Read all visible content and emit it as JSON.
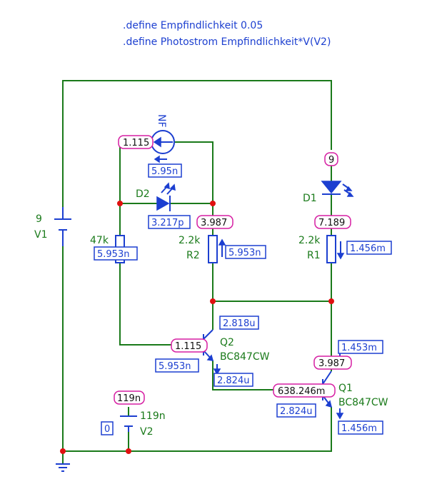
{
  "directives": [
    ".define Empfindlichkeit 0.05",
    ".define Photostrom Empfindlichkeit*V(V2)"
  ],
  "components": {
    "v1": {
      "value": "9",
      "name": "V1"
    },
    "v2": {
      "value": "119n",
      "name": "V2"
    },
    "r_left": {
      "value": "47k"
    },
    "r2": {
      "value": "2.2k",
      "name": "R2"
    },
    "r1": {
      "value": "2.2k",
      "name": "R1"
    },
    "d1": {
      "name": "D1"
    },
    "d2": {
      "name": "D2"
    },
    "q2": {
      "name": "Q2",
      "model": "BC847CW"
    },
    "q1": {
      "name": "Q1",
      "model": "BC847CW"
    },
    "nf": {
      "name": "NF"
    }
  },
  "node_voltages": {
    "nf_node": "1.115",
    "d1_top": "9",
    "r2_top": "3.987",
    "r1_top": "7.189",
    "q2_base": "1.115",
    "q1_collector": "3.987",
    "q1_base": "638.246m",
    "v2_top": "119n"
  },
  "currents": {
    "nf": "5.95n",
    "d2": "3.217p",
    "r_left": "5.953n",
    "r2": "5.953n",
    "r1": "1.456m",
    "q2_collector": "2.818u",
    "q2_base": "5.953n",
    "q2_emitter": "2.824u",
    "q1_collector": "1.453m",
    "q1_base": "2.824u",
    "q1_emitter": "1.456m",
    "v2": "0"
  },
  "colors": {
    "wire": "#1a7a1a",
    "symbol": "#1c3fd0",
    "node": "#e01010",
    "voltage_box": "#d61fa3",
    "current_box": "#1c3fd0"
  }
}
